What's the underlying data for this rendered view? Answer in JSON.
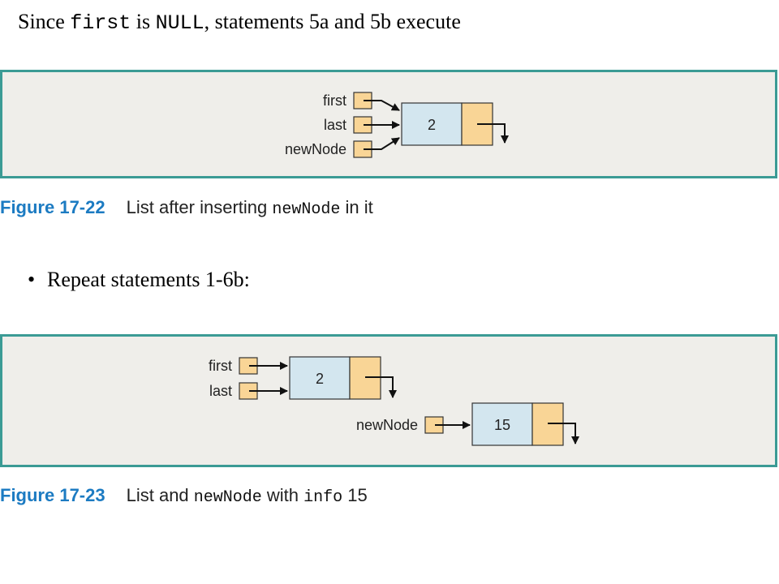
{
  "heading": {
    "prefix": "Since ",
    "code1": "first",
    "middle": " is ",
    "code2": "NULL",
    "suffix": ", statements 5a and 5b execute"
  },
  "figure1": {
    "label": "Figure 17-22",
    "text_before": "List after inserting ",
    "code": "newNode",
    "text_after": " in it",
    "pointers": [
      "first",
      "last",
      "newNode"
    ],
    "node_value": "2"
  },
  "bullet": {
    "symbol": "•",
    "text": "Repeat statements 1-6b:"
  },
  "figure2": {
    "label": "Figure 17-23",
    "text_before": "List and ",
    "code1": "newNode",
    "text_middle": " with ",
    "code2": "info",
    "text_after": " 15",
    "pointers": [
      "first",
      "last",
      "newNode"
    ],
    "node1_value": "2",
    "node2_value": "15"
  },
  "colors": {
    "panel_border": "#3b9b95",
    "panel_bg": "#efeeea",
    "node_info": "#d3e6ef",
    "node_link": "#f9d596",
    "figure_label": "#1c7bc2"
  }
}
